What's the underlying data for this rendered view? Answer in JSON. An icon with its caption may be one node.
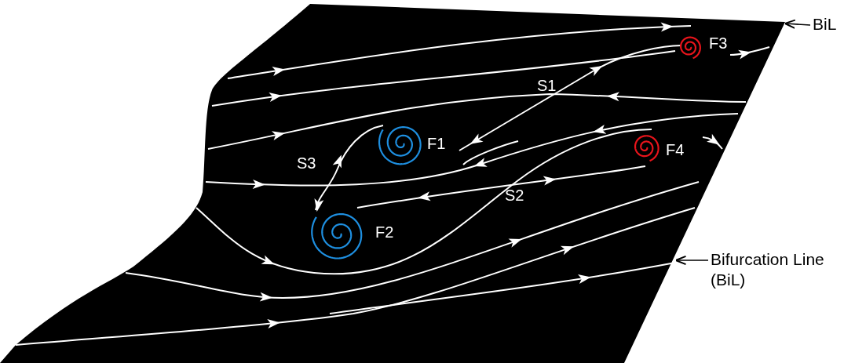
{
  "diagram": {
    "nodes": [
      {
        "text": [
          "BiL"
        ]
      },
      {
        "text": [
          "Bifurcation Line (BiL)"
        ]
      }
    ],
    "edges": [
      {
        "from": 0,
        "to": null,
        "arrow": "to"
      },
      {
        "from": 1,
        "to": null,
        "arrow": "to"
      }
    ],
    "labels": [
      "F3",
      "S1",
      "F1",
      "F4",
      "S3",
      "S2",
      "F2"
    ]
  }
}
